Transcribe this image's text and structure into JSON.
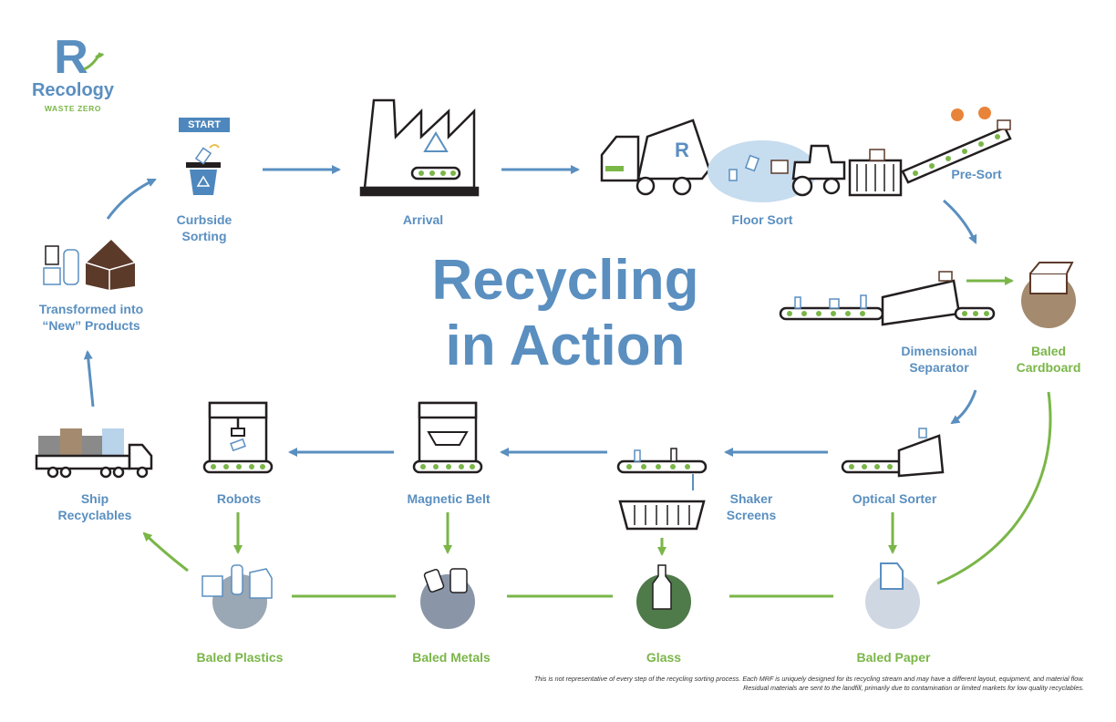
{
  "logo": {
    "name": "Recology",
    "tagline": "WASTE ZERO",
    "mark": "R"
  },
  "title": "Recycling\nin Action",
  "start_badge": "START",
  "colors": {
    "blue": "#5a8fc0",
    "green": "#7ab648",
    "dark": "#231f20",
    "brown": "#5b3a2a"
  },
  "steps": {
    "curbside": "Curbside\nSorting",
    "arrival": "Arrival",
    "floor_sort": "Floor Sort",
    "pre_sort": "Pre-Sort",
    "dimensional": "Dimensional\nSeparator",
    "optical": "Optical Sorter",
    "shaker": "Shaker\nScreens",
    "magnetic": "Magnetic Belt",
    "robots": "Robots",
    "ship": "Ship\nRecyclables",
    "transformed": "Transformed into\n“New” Products"
  },
  "outputs": {
    "cardboard": "Baled\nCardboard",
    "paper": "Baled Paper",
    "glass": "Glass",
    "metals": "Baled Metals",
    "plastics": "Baled Plastics"
  },
  "disclaimer": "This is not representative of every step of the recycling sorting process. Each MRF is uniquely designed for its recycling stream and may have a different layout, equipment, and material flow. Residual materials are sent to the landfill, primarily due to contamination or limited markets for low quality recyclables."
}
